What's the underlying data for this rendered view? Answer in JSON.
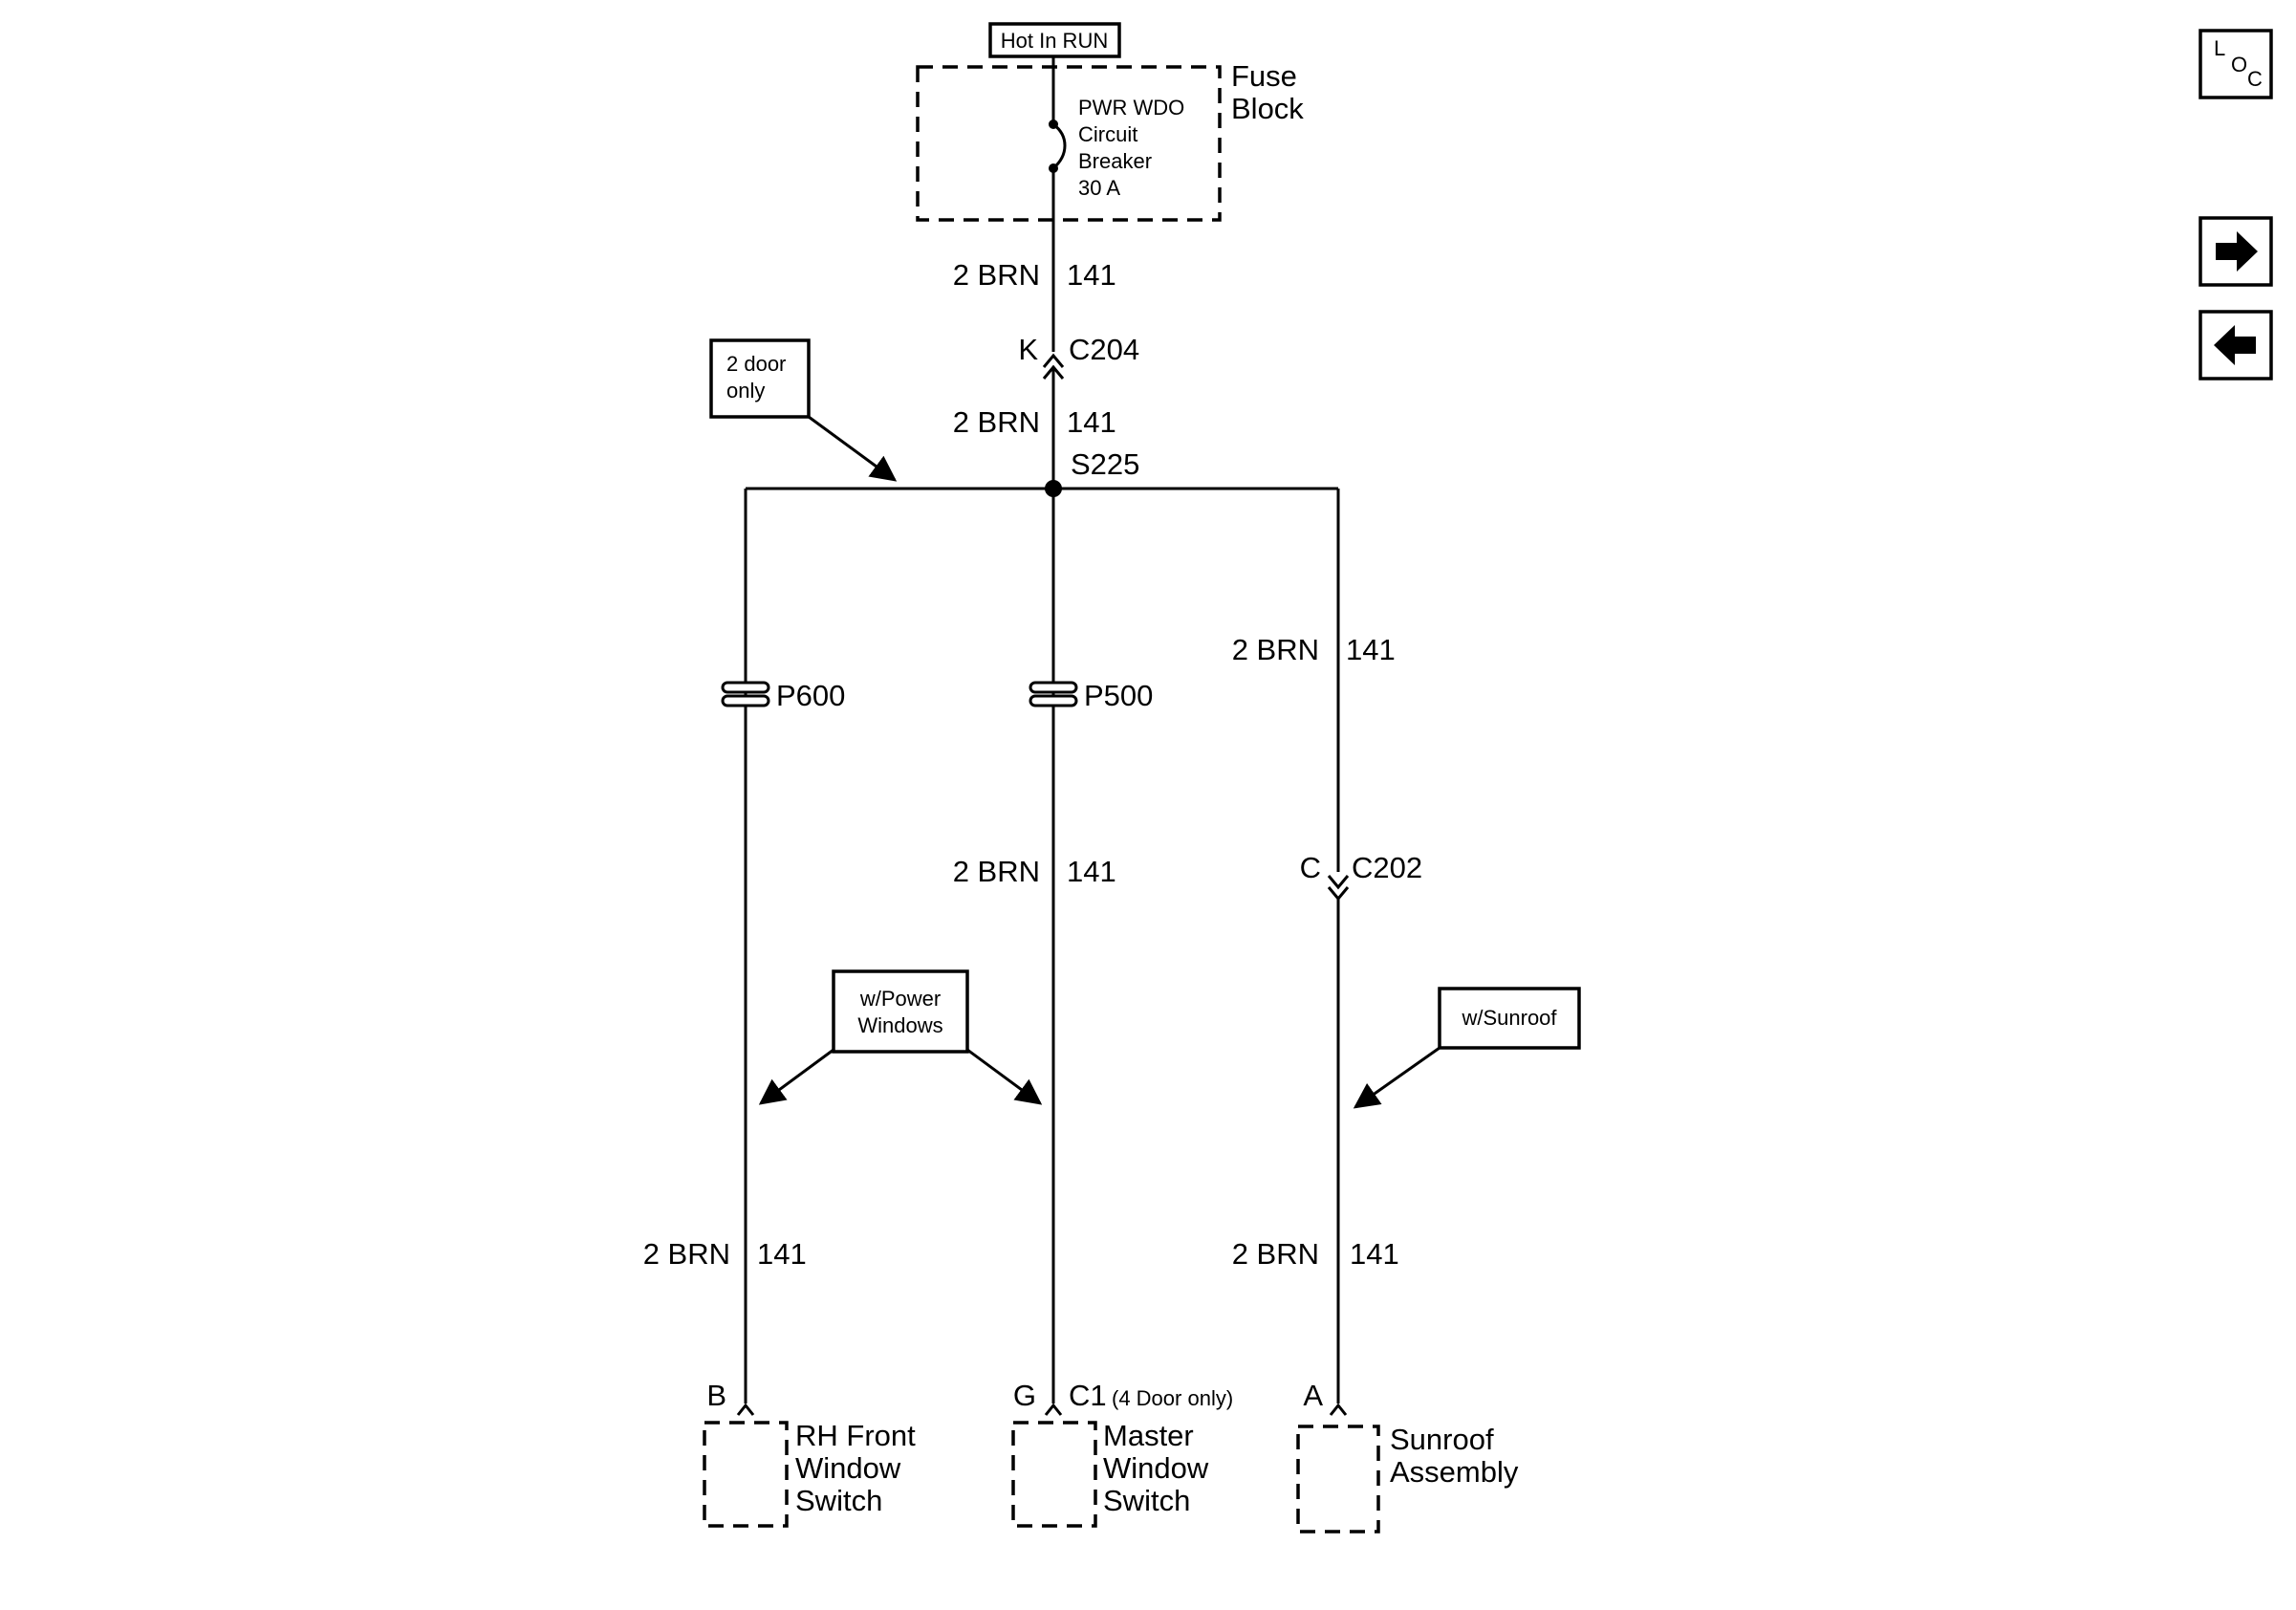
{
  "fuse_block": {
    "hot_label": "Hot In RUN",
    "name_line1": "Fuse",
    "name_line2": "Block",
    "breaker_line1": "PWR WDO",
    "breaker_line2": "Circuit",
    "breaker_line3": "Breaker",
    "breaker_line4": "30 A"
  },
  "wires": {
    "gauge_color": "2 BRN",
    "circuit": "141"
  },
  "connectors": {
    "c204_pin": "K",
    "c204": "C204",
    "splice": "S225",
    "p600": "P600",
    "p500": "P500",
    "c202_pin": "C",
    "c202": "C202"
  },
  "notes": {
    "two_door_line1": "2 door",
    "two_door_line2": "only",
    "power_windows_line1": "w/Power",
    "power_windows_line2": "Windows",
    "sunroof": "w/Sunroof"
  },
  "components": {
    "rh_pin": "B",
    "rh_line1": "RH Front",
    "rh_line2": "Window",
    "rh_line3": "Switch",
    "master_pin": "G",
    "master_connector": "C1",
    "master_note": "(4 Door only)",
    "master_line1": "Master",
    "master_line2": "Window",
    "master_line3": "Switch",
    "sunroof_pin": "A",
    "sunroof_line1": "Sunroof",
    "sunroof_line2": "Assembly"
  },
  "nav": {
    "loc_l": "L",
    "loc_o": "O",
    "loc_c": "C",
    "forward_icon": "arrow-right-icon",
    "back_icon": "arrow-left-icon"
  }
}
